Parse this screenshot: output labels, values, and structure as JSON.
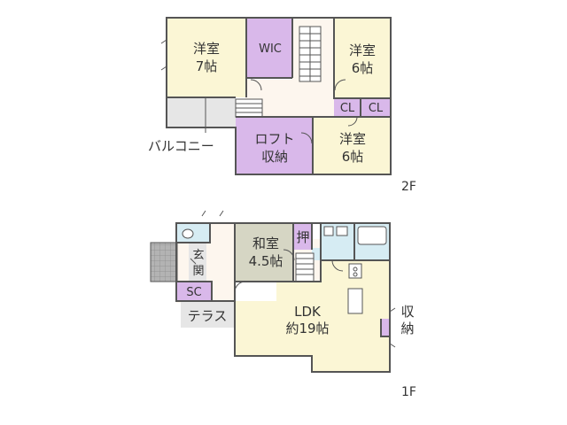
{
  "colors": {
    "room": "#fbf6d5",
    "storage": "#d9b8ea",
    "hall": "#fdf6ee",
    "wet": "#d6ecf3",
    "terrace": "#e6e6e6",
    "washitsu": "#d6d6c4",
    "porch": "#aaaaaa",
    "wall": "#555555"
  },
  "floor2": {
    "label": "2F",
    "rooms": {
      "western_7_name": "洋室",
      "western_7_size": "7帖",
      "wic": "WIC",
      "western_6a_name": "洋室",
      "western_6a_size": "6帖",
      "cl1": "CL",
      "cl2": "CL",
      "loft_name": "ロフト",
      "loft_sub": "収納",
      "western_6b_name": "洋室",
      "western_6b_size": "6帖",
      "balcony": "バルコニー"
    }
  },
  "floor1": {
    "label": "1F",
    "rooms": {
      "washitsu_name": "和室",
      "washitsu_size": "4.5帖",
      "oshiire": "押",
      "genkan_a": "玄",
      "genkan_b": "関",
      "sc": "SC",
      "terrace": "テラス",
      "ldk_name": "LDK",
      "ldk_size": "約19帖",
      "storage_a": "収",
      "storage_b": "納"
    }
  }
}
